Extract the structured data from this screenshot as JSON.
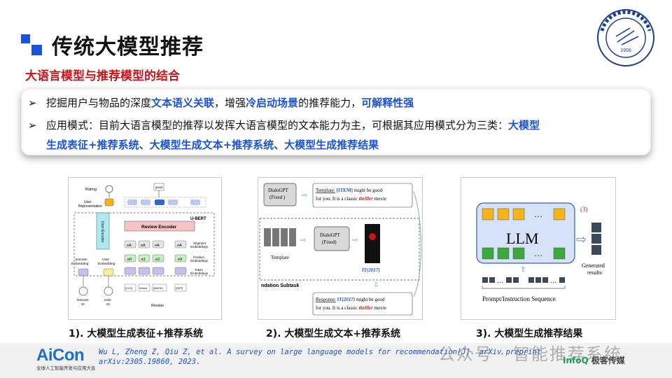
{
  "header": {
    "title": "传统大模型推荐",
    "subtitle": "大语言模型与推荐模型的结合"
  },
  "logo": {
    "year": "1958",
    "top_text": "中国科学技术大学",
    "ring_text": "University of Science and Technology of China"
  },
  "bullets": {
    "b1_a": "挖掘用户与物品的深度",
    "b1_h1": "文本语义关联",
    "b1_b": "，增强",
    "b1_h2": "冷启动场景",
    "b1_c": "的推荐能力，",
    "b1_h3": "可解释性强",
    "b2_a": "应用模式：目前大语言模型的推荐以发挥大语言模型的文本能力为主，可根据其应用模式分为三类：",
    "b2_h1": "大模型",
    "b2_line2": "生成表征+推荐系统、大模型生成文本+推荐系统、大模型生成推荐结果"
  },
  "panel1": {
    "rating": "Rating",
    "good": "good",
    "user_rep": "User\nRepresentation",
    "user_encoder": "User\nEncoder",
    "review_encoder": "Review Encoder",
    "ubert": "U-BERT",
    "segment": "Segment\nEmbeddings",
    "position": "Position\nEmbeddings",
    "token": "Token\nEmbeddings",
    "domain_emb": "Domain\nEmbedding",
    "user_emb": "User\nEmbedding",
    "domain_id": "Domain\nID",
    "user_id": "User\nID",
    "review": "Review",
    "seg_a": "eA",
    "pos": [
      "e0",
      "e1",
      "e2",
      "e9"
    ],
    "tokens": [
      "[CLS]",
      "Works",
      "[MASK]",
      "[SEP]"
    ]
  },
  "panel2": {
    "dialogpt_fixed_top": "DialoGPT\n(Fixed )",
    "template_label": "Template:",
    "template_item": "[ITEM]",
    "template_rest": " might be good for you. It is a classic ",
    "thriller": "thriller",
    "movie": " movie",
    "dialogpt_fixed_mid": "DialoGPT\n(Fixed)",
    "template_caption": "Template",
    "it2017": "IT(2017)",
    "subtask": "ndation Subtask",
    "response_label": "Response:",
    "response_item": "IT(2017)",
    "response_rest": " might be good for you. It is a classic "
  },
  "panel3": {
    "llm": "LLM",
    "marker": "(3)",
    "generated": "Generated\nresults",
    "prompt": "Prompt/Instruction Sequence",
    "ellipsis": "…"
  },
  "captions": {
    "c1": "1). 大模型生成表征+推荐系统",
    "c2": "2). 大模型生成文本+推荐系统",
    "c3": "3). 大模型生成推荐结果"
  },
  "footer": {
    "aicon": "AiCon",
    "aicon_sub": "全球人工智能开发与应用大会",
    "reference": "Wu L, Zheng Z, Qiu Z, et al. A survey on large language models for recommendation[J]. arXiv preprint arXiv:2305.19860, 2023.",
    "watermark": "公众号 · 智能推荐系统",
    "infoq": "InfoQ",
    "jike": "极客传媒"
  },
  "colors": {
    "accent_blue": "#1a52d8",
    "accent_red": "#c8141b"
  }
}
